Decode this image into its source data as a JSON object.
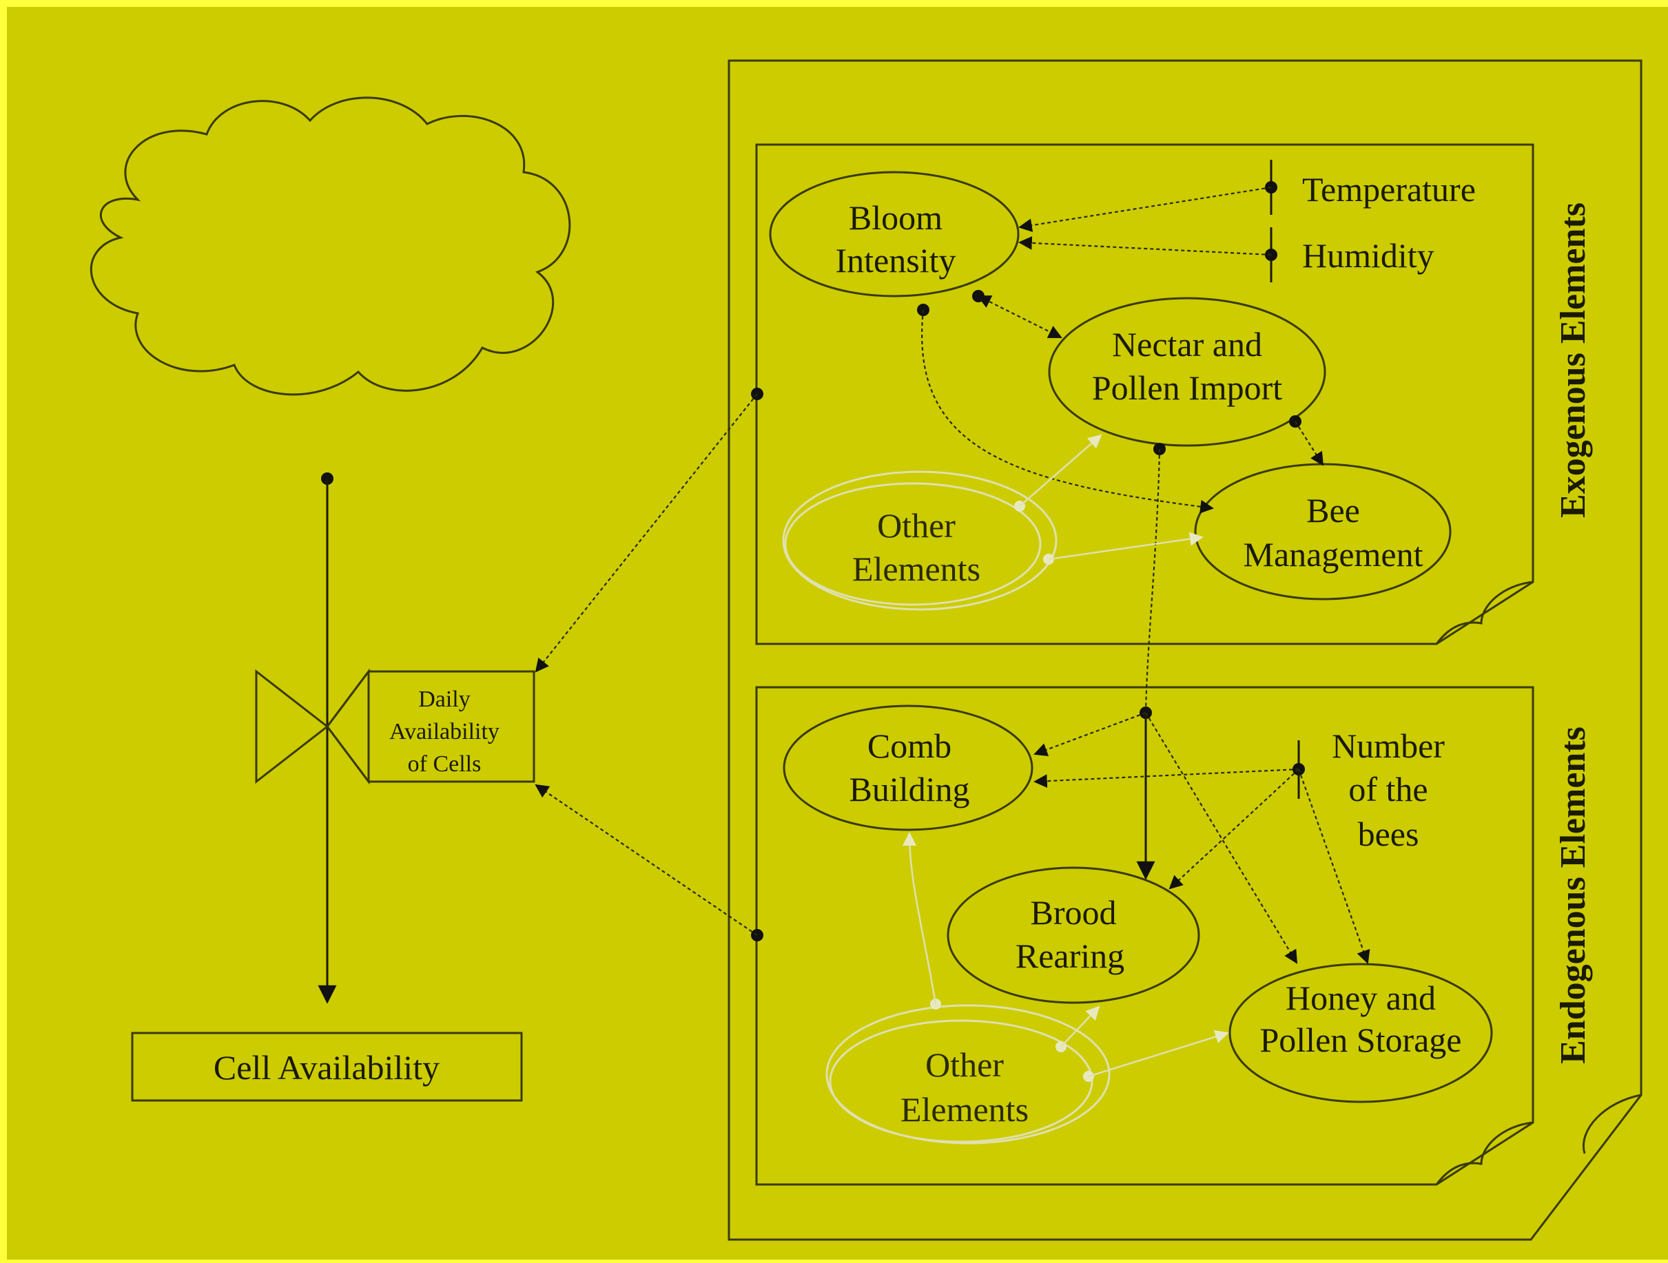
{
  "colors": {
    "page_background": "#ffff3c",
    "canvas_background": "#cccc00",
    "lines": "#3a3a08",
    "faint_lines": "#e0e0b0"
  },
  "stock": {
    "label": "Cell Availability"
  },
  "source": {
    "shape": "cloud"
  },
  "flow": {
    "label_lines": [
      "Daily",
      "Availability",
      "of Cells"
    ]
  },
  "exogenous": {
    "title": "Exogenous Elements",
    "nodes": {
      "bloom": [
        "Bloom",
        "Intensity"
      ],
      "nectar": [
        "Nectar and",
        "Pollen Import"
      ],
      "bee_mgmt": [
        "Bee",
        "Management"
      ],
      "other": [
        "Other",
        "Elements"
      ]
    },
    "inputs": {
      "temperature": "Temperature",
      "humidity": "Humidity"
    }
  },
  "endogenous": {
    "title": "Endogenous Elements",
    "nodes": {
      "comb": [
        "Comb",
        "Building"
      ],
      "brood": [
        "Brood",
        "Rearing"
      ],
      "honey": [
        "Honey and",
        "Pollen Storage"
      ],
      "other": [
        "Other",
        "Elements"
      ]
    },
    "inputs": {
      "bees": [
        "Number",
        "of the",
        "bees"
      ]
    }
  }
}
